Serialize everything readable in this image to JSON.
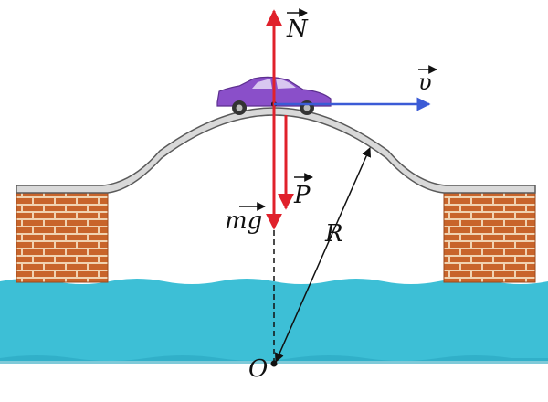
{
  "labels": {
    "normal_force": "N",
    "weight_force": "P",
    "gravity": "mg",
    "velocity": "υ",
    "radius": "R",
    "center": "O"
  },
  "colors": {
    "water": "#3dbfd6",
    "water_dark": "#2aa6c0",
    "brick": "#c8642a",
    "mortar": "#f0d2b0",
    "bridge_fill": "#d9d9d9",
    "bridge_stroke": "#5a5a5a",
    "force_red": "#e0212b",
    "velocity_blue": "#3b5bd6",
    "car_body": "#8a4fc9",
    "car_dark": "#5c2f8f"
  },
  "icons": {
    "car": "car-icon"
  }
}
